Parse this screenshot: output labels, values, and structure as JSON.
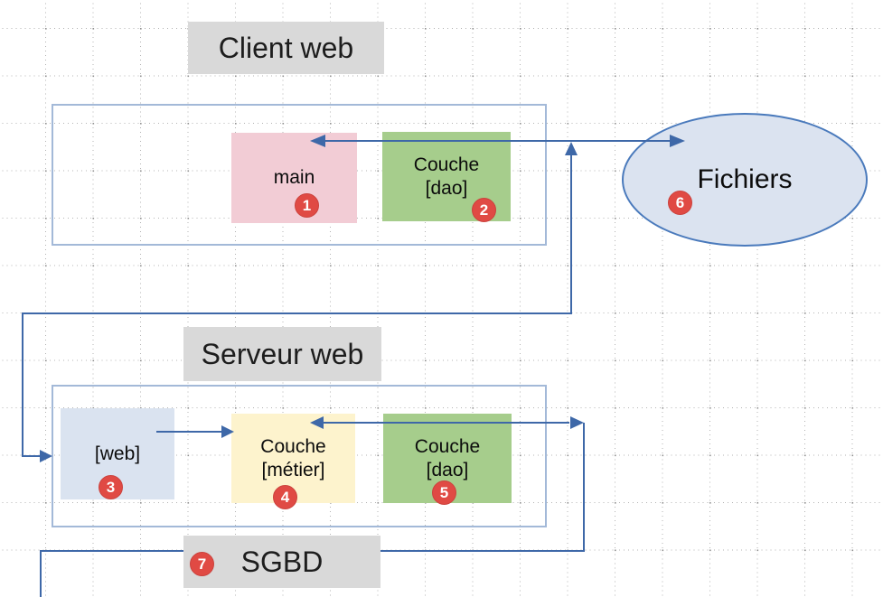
{
  "sections": {
    "client": {
      "title": "Client web"
    },
    "server": {
      "title": "Serveur web"
    },
    "sgbd": {
      "title": "SGBD",
      "badge": "7"
    }
  },
  "nodes": {
    "main": {
      "label": "main",
      "badge": "1"
    },
    "client_dao": {
      "line1": "Couche",
      "line2": "[dao]",
      "badge": "2"
    },
    "web": {
      "label": "[web]",
      "badge": "3"
    },
    "metier": {
      "line1": "Couche",
      "line2": "[métier]",
      "badge": "4"
    },
    "server_dao": {
      "line1": "Couche",
      "line2": "[dao]",
      "badge": "5"
    },
    "fichiers": {
      "label": "Fichiers",
      "badge": "6"
    }
  },
  "palette": {
    "node_pink": "#f2ccd5",
    "node_green": "#a6cd8c",
    "node_yellow": "#fdf3cd",
    "node_lightblue": "#dae3f0",
    "ellipse_fill": "#dbe3f0",
    "ellipse_border": "#4a7abc",
    "title_gray": "#d9d9d9",
    "badge_red": "#e04a44",
    "connector_blue": "#3e68a8",
    "container_border": "#a3b9d8",
    "grid_dot_gray": "#b3b3b3"
  }
}
